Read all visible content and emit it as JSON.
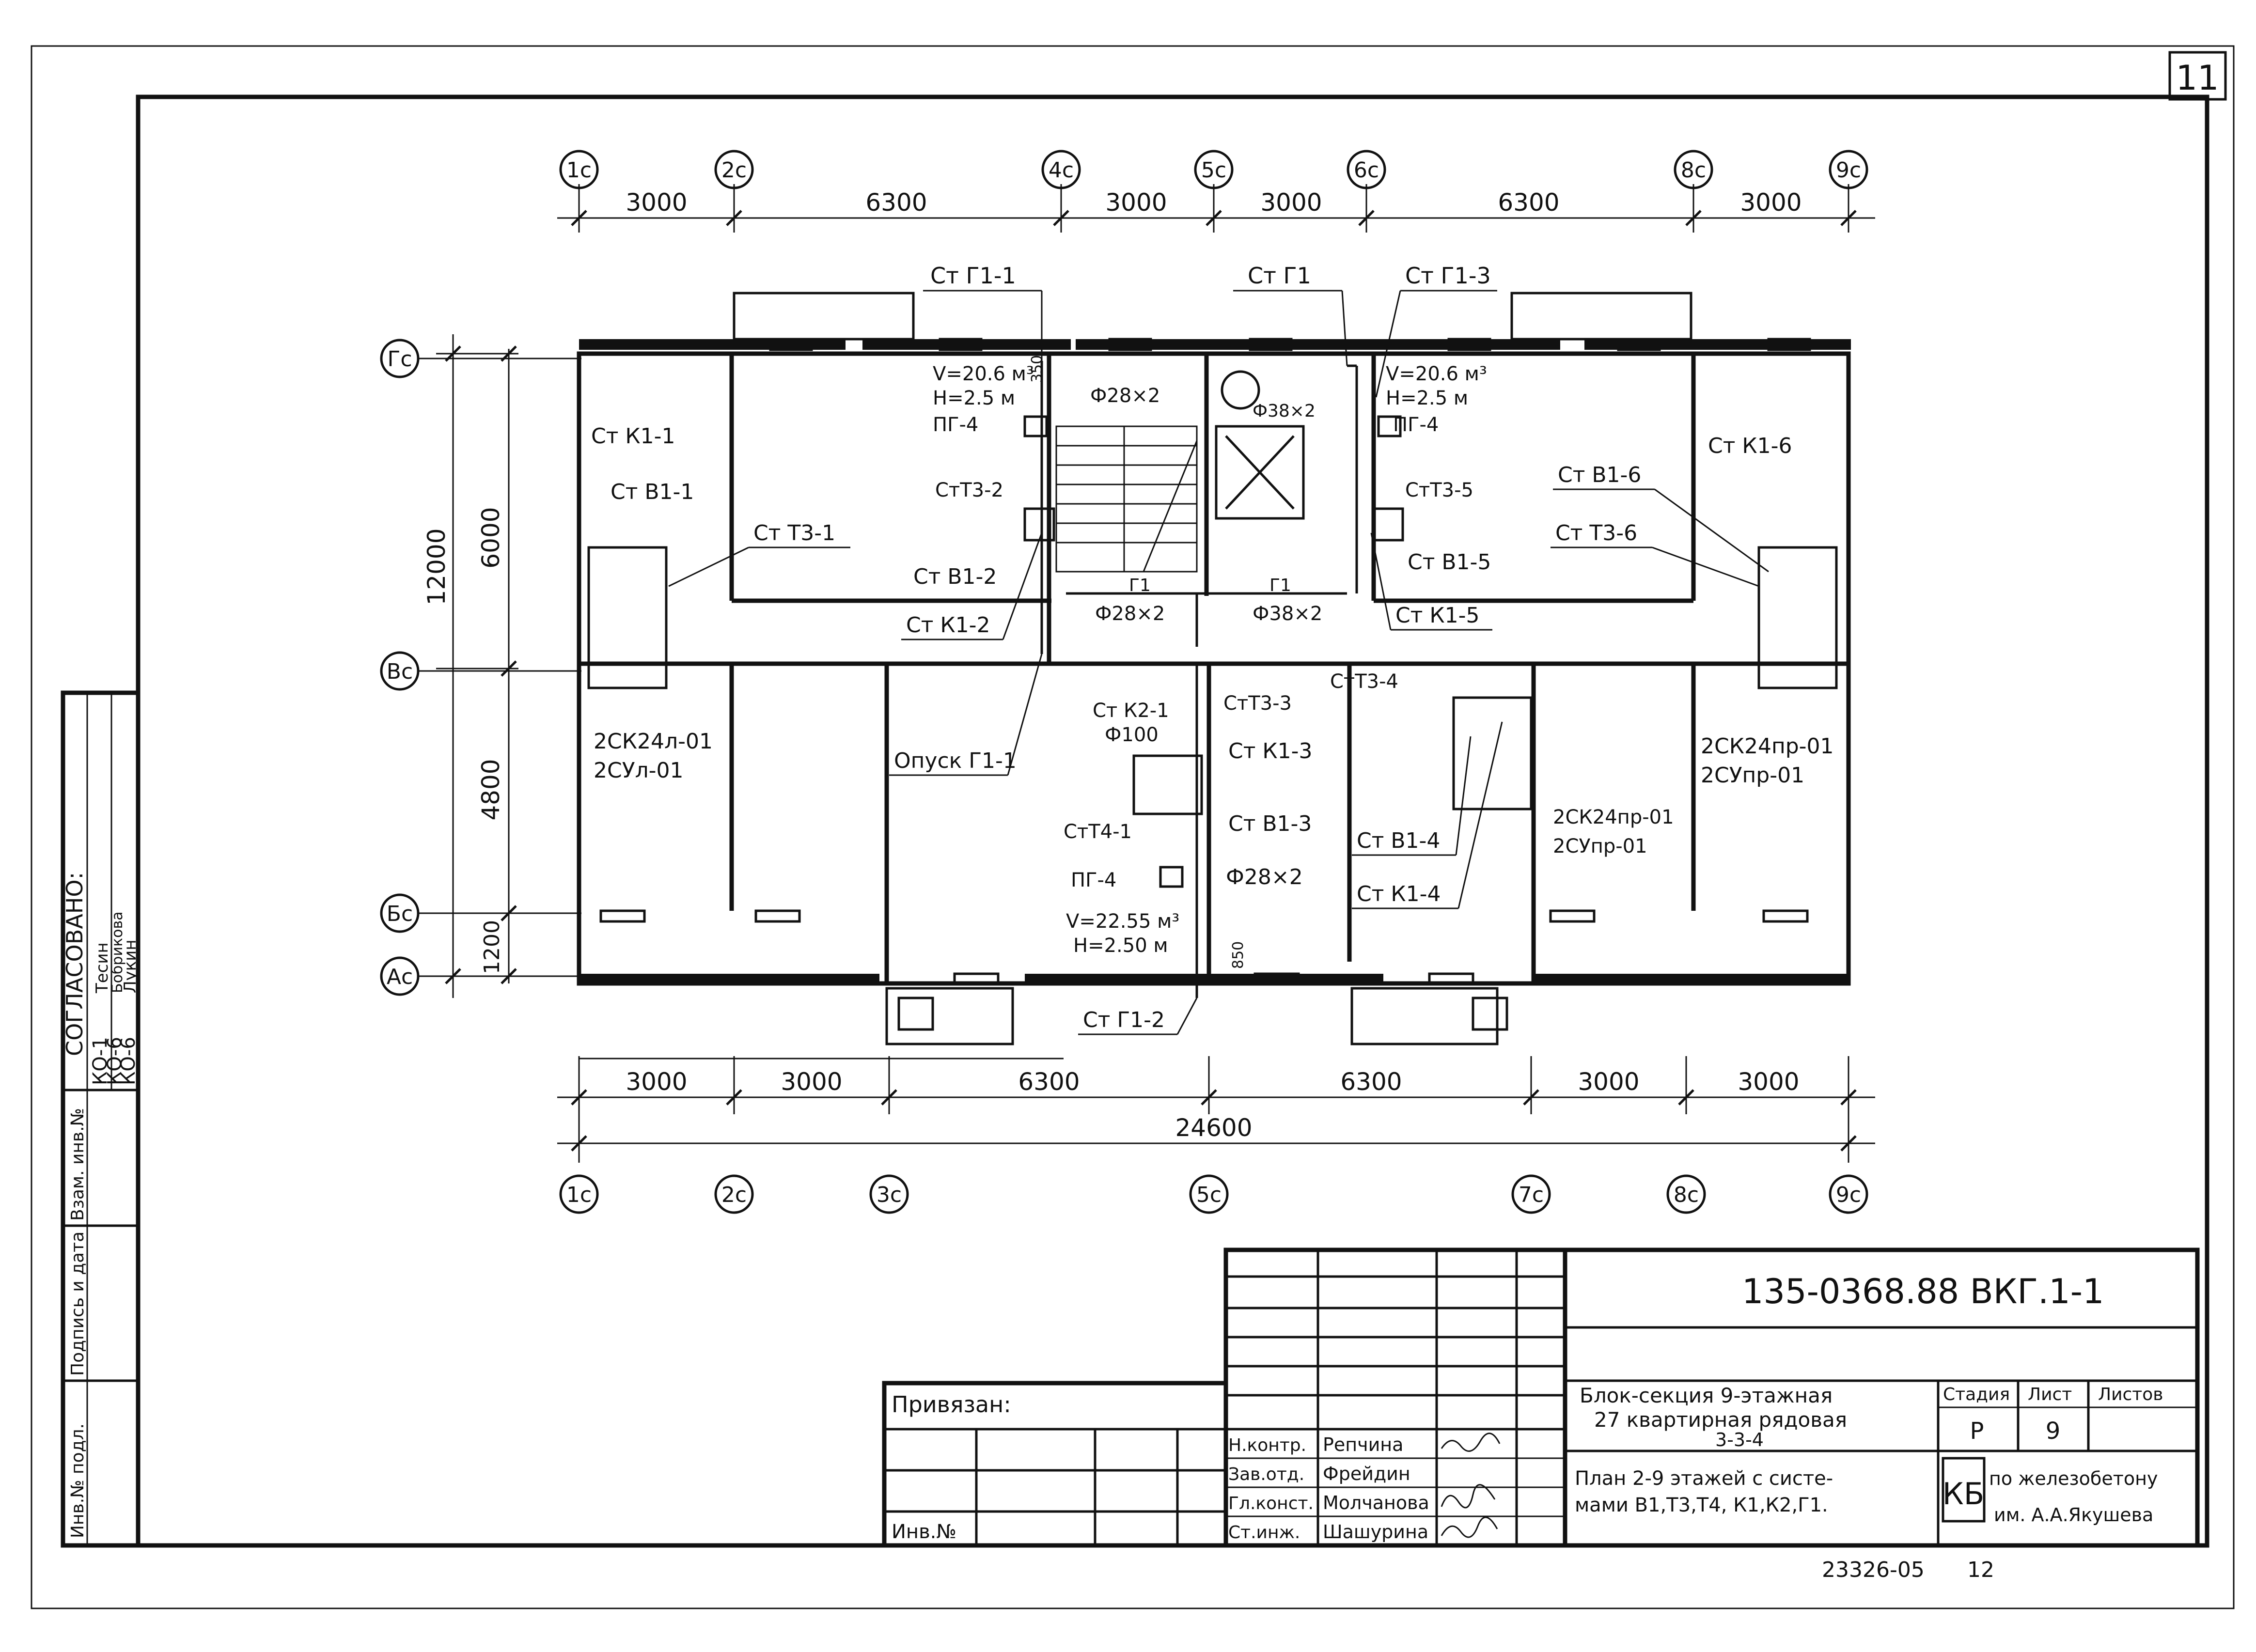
{
  "sheet_number": "11",
  "axes_top": [
    "1с",
    "2с",
    "4с",
    "5с",
    "6с",
    "8с",
    "9с"
  ],
  "dims_top": [
    "3000",
    "6300",
    "3000",
    "3000",
    "6300",
    "3000"
  ],
  "axes_bottom": [
    "1с",
    "2с",
    "3с",
    "5с",
    "7с",
    "8с",
    "9с"
  ],
  "dims_bottom": [
    "3000",
    "3000",
    "6300",
    "6300",
    "3000",
    "3000"
  ],
  "dim_total": "24600",
  "axes_left": [
    "Гс",
    "Вс",
    "Бс",
    "Ас"
  ],
  "dims_left_outer": "12000",
  "dims_left_inner": [
    "6000",
    "4800",
    "1200"
  ],
  "callouts": {
    "ct_g1_1": "Ст Г1-1",
    "ct_g1": "Ст Г1",
    "ct_g1_3": "Ст Г1-3",
    "vol_left": "V=20.6 м³",
    "h_left": "Н=2.5 м",
    "pg_left": "ПГ-4",
    "vol_right": "V=20.6 м³",
    "h_right": "Н=2.5 м",
    "pg_right": "ПГ-4",
    "d350_top": "350",
    "phi28x2_top": "Ф28×2",
    "phi38x2_top": "Ф38×2",
    "ct_k1_1": "Ст К1-1",
    "ct_v1_1": "Ст В1-1",
    "ct_t3_1": "Ст Т3-1",
    "ct_t3_2": "СтТ3-2",
    "ct_v1_2": "Ст В1-2",
    "ct_k1_2": "Ст К1-2",
    "g1_left": "Г1",
    "phi28x2_mid": "Ф28×2",
    "g1_right": "Г1",
    "phi38x2_mid": "Ф38×2",
    "ct_t3_5": "СтТ3-5",
    "ct_v1_5": "Ст В1-5",
    "ct_k1_5": "Ст К1-5",
    "ct_k1_6": "Ст К1-6",
    "ct_v1_6": "Ст В1-6",
    "ct_t3_6": "Ст Т3-6",
    "ct_t3_4": "СтТ3-4",
    "ct_t3_3": "СтТ3-3",
    "ct_k2_1": "Ст К2-1",
    "phi100": "Ф100",
    "ct_k1_3": "Ст К1-3",
    "ct_v1_3": "Ст В1-3",
    "ct_t4_1": "СтТ4-1",
    "pg_center": "ПГ-4",
    "phi28x2_low": "Ф28×2",
    "vol_center": "V=22.55 м³",
    "h_center": "Н=2.50 м",
    "d850": "850",
    "ct_g1_2": "Ст Г1-2",
    "opusk": "Опуск Г1-1",
    "ct_v1_4": "Ст В1-4",
    "ct_k1_4": "Ст К1-4",
    "sk_left_1": "2СК24л-01",
    "sk_left_2": "2СУл-01",
    "sk_right_1": "2СК24пр-01",
    "sk_right_2": "2СУпр-01",
    "sk_mid_1": "2СК24пр-01",
    "sk_mid_2": "2СУпр-01"
  },
  "side_block": {
    "title": "СОГЛАСОВАНО:",
    "rows": [
      {
        "code": "КО-1",
        "name": "Тесин"
      },
      {
        "code": "КО-6",
        "name": "Бобрикова"
      },
      {
        "code": "КО-6",
        "name": "Лукин"
      }
    ],
    "labels": [
      "Инв.№ подл.",
      "Подпись и дата",
      "Взам. инв.№"
    ]
  },
  "title_block": {
    "doc_code": "135-0368.88 ВКГ.1-1",
    "privyazan": "Привязан:",
    "inv_no": "Инв.№",
    "roles": [
      "Н.контр.",
      "Зав.отд.",
      "Гл.конст.",
      "Ст.инж."
    ],
    "names": [
      "Репчина",
      "Фрейдин",
      "Молчанова",
      "Шашурина"
    ],
    "title_line1": "Блок-секция 9-этажная",
    "title_line2": "27 квартирная рядовая",
    "title_line3": "3-3-4",
    "sheet_title_line1": "План 2-9 этажей с систе-",
    "sheet_title_line2": "мами В1,Т3,Т4, К1,К2,Г1.",
    "stage_header": "Стадия",
    "sheet_header": "Лист",
    "sheets_header": "Листов",
    "stage": "Р",
    "sheet": "9",
    "org_logo": "КБ",
    "org_line1": "по железобетону",
    "org_line2": "им. А.А.Якушева"
  },
  "bottom_note_left": "23326-05",
  "bottom_note_right": "12"
}
